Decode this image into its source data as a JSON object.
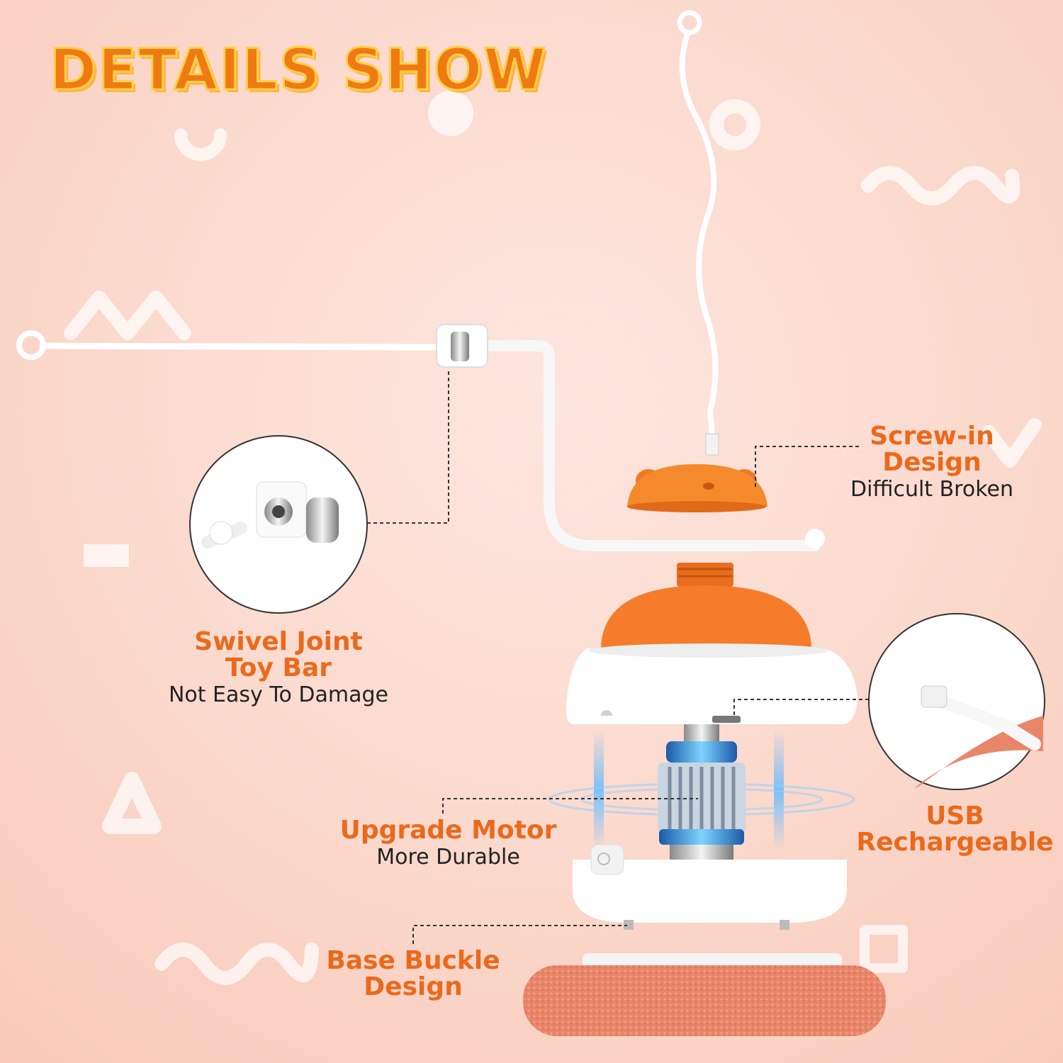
{
  "title": "DETAILS SHOW",
  "features": {
    "screw_in": {
      "line1": "Screw-in",
      "line2": "Design",
      "sub": "Difficult Broken"
    },
    "swivel": {
      "line1": "Swivel Joint",
      "line2": "Toy Bar",
      "sub": "Not Easy To Damage"
    },
    "usb": {
      "line1": "USB",
      "line2": "Rechargeable"
    },
    "motor": {
      "line1": "Upgrade Motor",
      "sub": "More Durable"
    },
    "base": {
      "line1": "Base Buckle",
      "line2": "Design"
    }
  },
  "colors": {
    "accent": "#ea6a1c",
    "title_fill": "#f07a12",
    "title_outline": "#ffd04a",
    "background": "#fbd8cc",
    "pad": "#e9866a"
  }
}
